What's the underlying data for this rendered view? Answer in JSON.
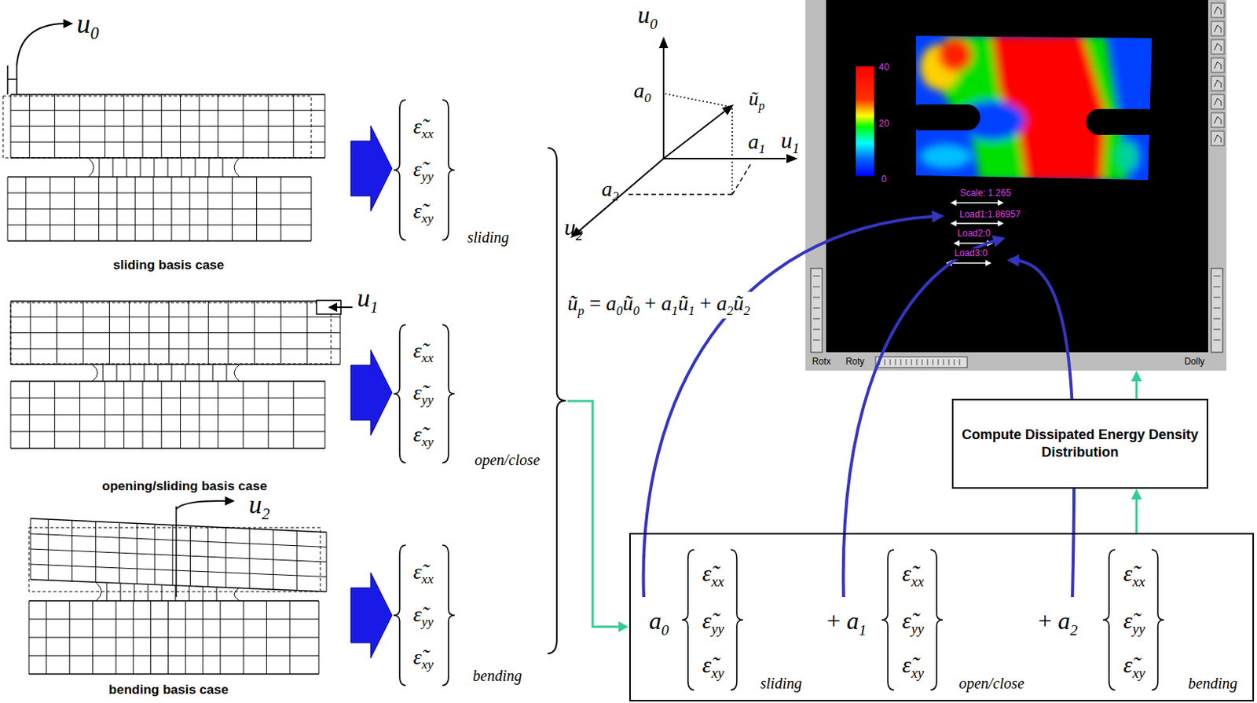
{
  "diagram": {
    "nodes": [
      {
        "text": [
          "40",
          "20",
          "0",
          "Scale: 1.265",
          "Load1:1.86957",
          "Load2:0",
          "Load3:0",
          "Rotx",
          "Roty",
          "Dolly"
        ]
      },
      {
        "text": [
          "Compute Dissipated Energy Density Distribution"
        ]
      },
      {
        "text": [
          "a0",
          "ε̃xx",
          "ε̃yy",
          "ε̃xy",
          "sliding",
          "+ a1",
          "ε̃xx",
          "ε̃yy",
          "ε̃xy",
          "open/close",
          "+ a2",
          "ε̃xx",
          "ε̃yy",
          "ε̃xy",
          "bending"
        ]
      }
    ],
    "edges": [
      {
        "from": 2,
        "to": 1,
        "arrow": "to"
      },
      {
        "from": 1,
        "to": 0,
        "arrow": "to"
      }
    ],
    "labels": [
      "u0",
      "sliding basis case",
      "u1",
      "opening/sliding basis case",
      "u2",
      "bending basis case",
      "ε̃xx",
      "ε̃yy",
      "ε̃xy",
      "sliding",
      "ε̃xx",
      "ε̃yy",
      "ε̃xy",
      "open/close",
      "ε̃xx",
      "ε̃yy",
      "ε̃xy",
      "bending",
      "u0",
      "a0",
      "ũp",
      "u1",
      "a1",
      "a2",
      "u2",
      "ũp = a0ũ0 + a1ũ1 + a2ũ2"
    ]
  }
}
